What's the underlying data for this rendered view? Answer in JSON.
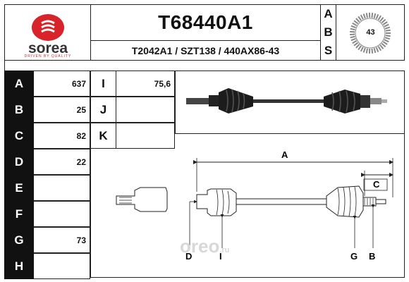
{
  "brand": {
    "name": "sorea",
    "tagline": "DRIVEN BY QUALITY",
    "red": "#d8232a"
  },
  "header": {
    "part_number": "T68440A1",
    "cross_refs": "T2042A1 / SZT138 / 440AX86-43",
    "abs_letters": [
      "A",
      "B",
      "S"
    ],
    "abs_teeth": "43"
  },
  "left_rows": [
    {
      "label": "A",
      "value": "637"
    },
    {
      "label": "B",
      "value": "25"
    },
    {
      "label": "C",
      "value": "82"
    },
    {
      "label": "D",
      "value": "22"
    },
    {
      "label": "E",
      "value": ""
    },
    {
      "label": "F",
      "value": ""
    },
    {
      "label": "G",
      "value": "73"
    },
    {
      "label": "H",
      "value": ""
    }
  ],
  "mid_rows": [
    {
      "label": "I",
      "value": "75,6"
    },
    {
      "label": "J",
      "value": ""
    },
    {
      "label": "K",
      "value": ""
    }
  ],
  "diagram": {
    "dims": {
      "a": "A",
      "c": "C",
      "d": "D",
      "i": "I",
      "g": "G",
      "b": "B"
    }
  },
  "watermark": {
    "text": "oreo",
    "suffix": ".ru"
  }
}
